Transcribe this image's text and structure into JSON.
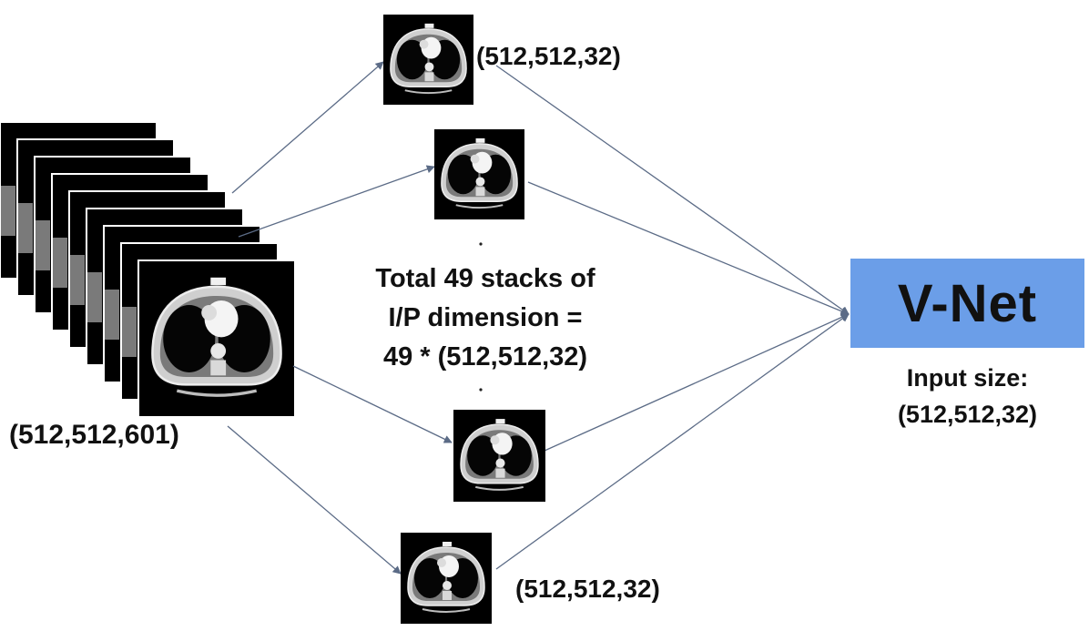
{
  "input_volume": {
    "dimension_label": "(512,512,601)",
    "slice_count_shown": 9
  },
  "output_stacks": [
    {
      "id": "stack-1",
      "dimension_label": "(512,512,32)"
    },
    {
      "id": "stack-2",
      "dimension_label": ""
    },
    {
      "id": "stack-3",
      "dimension_label": ""
    },
    {
      "id": "stack-4",
      "dimension_label": "(512,512,32)"
    }
  ],
  "caption": {
    "line1": "Total 49 stacks of",
    "line2": "I/P dimension =",
    "line3": "49 * (512,512,32)"
  },
  "model": {
    "name": "V-Net",
    "input_size_label": "Input size:",
    "input_size_value": "(512,512,32)",
    "box_color": "#6b9ee8"
  },
  "colors": {
    "arrow": "#5b6b86",
    "slice_background": "#000000"
  }
}
